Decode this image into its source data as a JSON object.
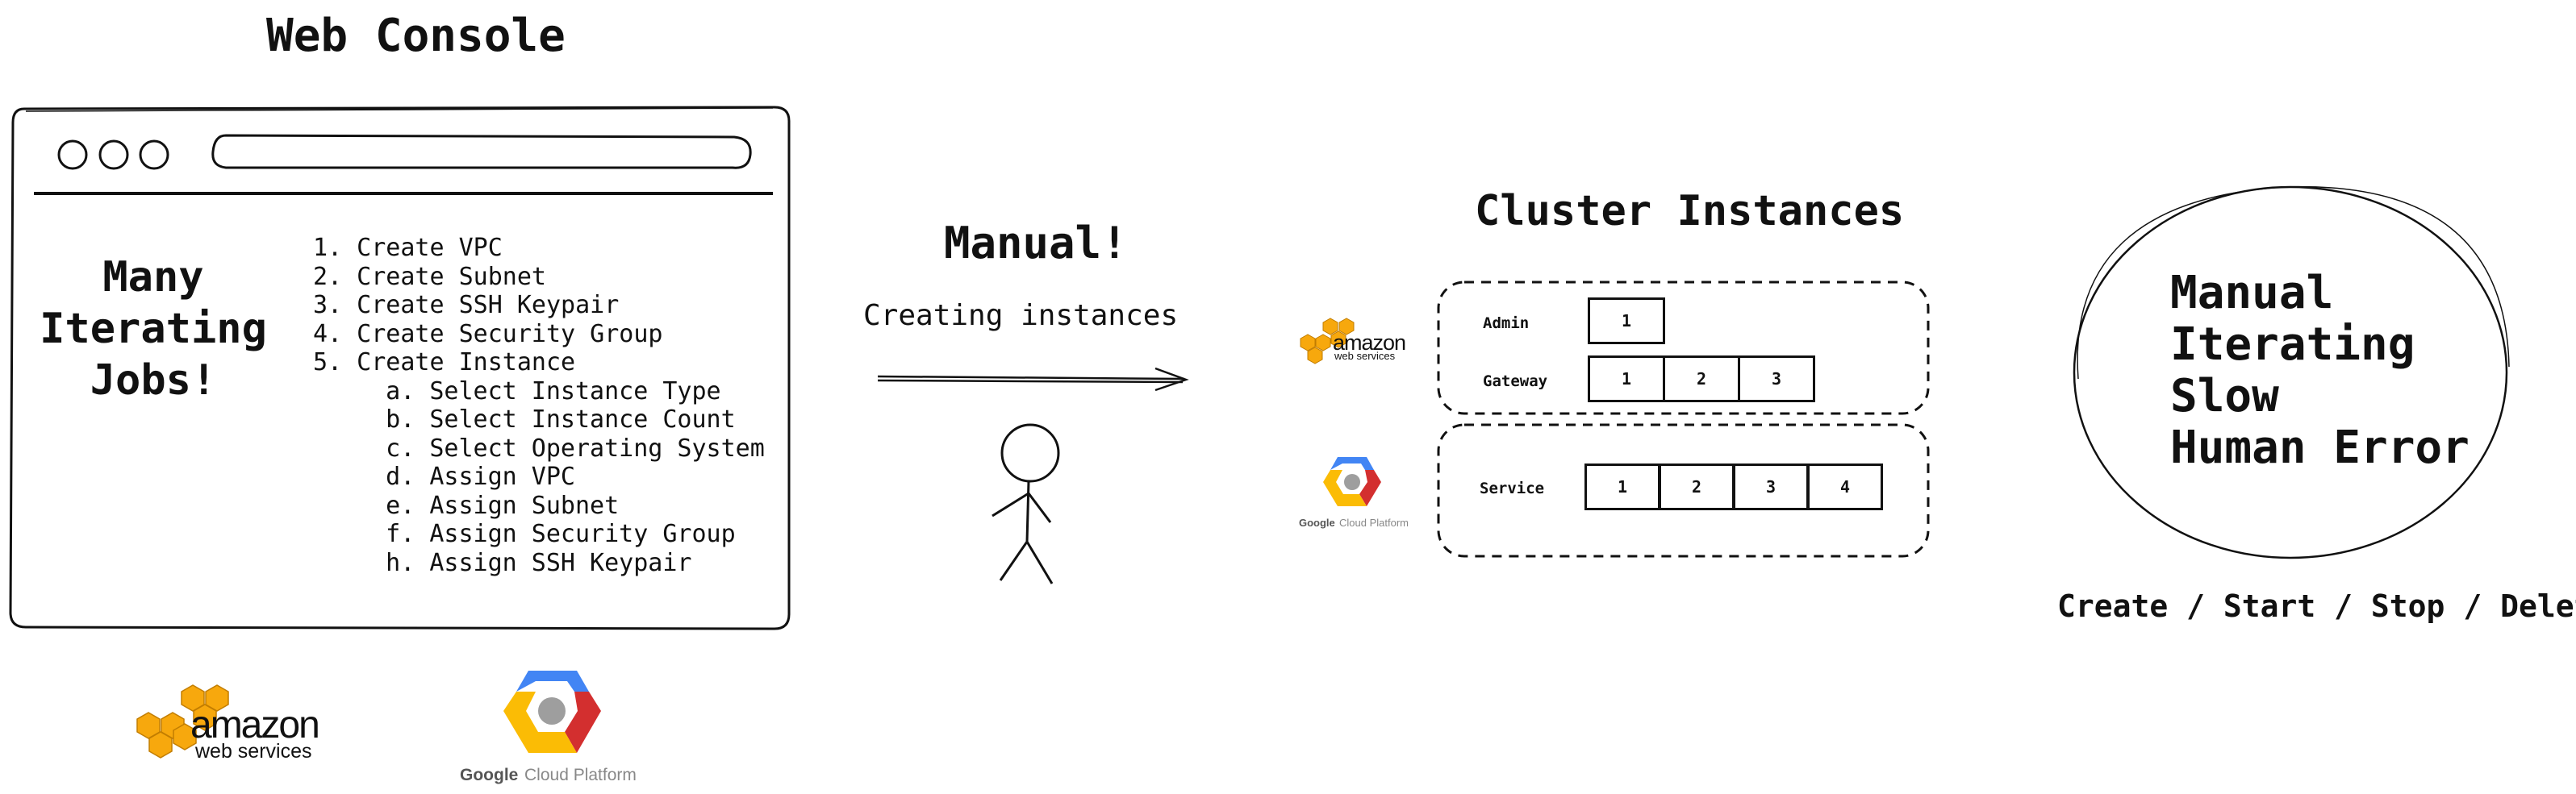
{
  "web_console": {
    "title": "Web Console",
    "jobs_label": "Many\nIterating\nJobs!",
    "steps": [
      "1. Create VPC",
      "2. Create Subnet",
      "3. Create SSH Keypair",
      "4. Create Security Group",
      "5. Create Instance",
      "   a. Select Instance Type",
      "   b. Select Instance Count",
      "   c. Select Operating System",
      "   d. Assign VPC",
      "   e. Assign Subnet",
      "   f. Assign Security Group",
      "   h. Assign SSH Keypair"
    ]
  },
  "logos": {
    "aws_word": "amazon",
    "aws_sub": "web services",
    "gcp_word": "Google",
    "gcp_sub": "Cloud Platform"
  },
  "manual": {
    "title": "Manual!",
    "subtitle": "Creating instances"
  },
  "cluster": {
    "title": "Cluster Instances",
    "groups": [
      {
        "label": "Admin",
        "instances": [
          "1"
        ]
      },
      {
        "label": "Gateway",
        "instances": [
          "1",
          "2",
          "3"
        ]
      },
      {
        "label": "Service",
        "instances": [
          "1",
          "2",
          "3",
          "4"
        ]
      }
    ]
  },
  "summary": {
    "lines": "Manual\nIterating\nSlow\nHuman Error",
    "operations": "Create / Start / Stop / Delete"
  },
  "colors": {
    "aws_orange": "#F7A80D",
    "gcp_blue": "#4285F4",
    "gcp_red": "#D32F2F",
    "gcp_yellow": "#FBBC05",
    "gcp_gray": "#9E9E9E",
    "ink": "#111111"
  }
}
